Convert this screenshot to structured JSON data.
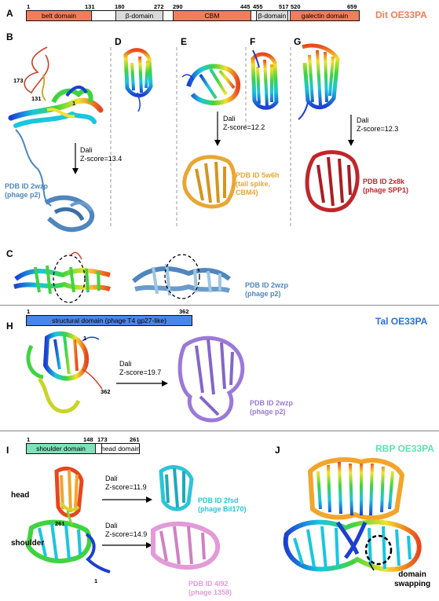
{
  "colors": {
    "belt": "#f07d5c",
    "grey": "#d9d9d9",
    "white": "#ffffff",
    "tal": "#4a86e8",
    "shoulder": "#7de3b8",
    "head": "#ffffff",
    "dit_title": "#f07d5c",
    "tal_title": "#2a6fdb",
    "rbp_title": "#5fe0b0",
    "steelblue": "#4f86bd",
    "gold": "#e8a634",
    "darkred": "#c0262a",
    "purple": "#9b79d8",
    "cyan": "#2ec4d6",
    "pink": "#e39ad8"
  },
  "section_a": {
    "panel": "A",
    "title": "Dit OE33PA",
    "ticks": [
      "1",
      "131",
      "180",
      "272",
      "290",
      "445",
      "455",
      "517",
      "520",
      "659"
    ],
    "domains": [
      "belt domain",
      "β-domain",
      "CBM",
      "β-domain",
      "galectin domain"
    ]
  },
  "panels": {
    "b": "B",
    "c": "C",
    "d": "D",
    "e": "E",
    "f": "F",
    "g": "G",
    "h": "H",
    "i": "I",
    "j": "J"
  },
  "section_b": {
    "res_173": "173",
    "res_131": "131",
    "res_1": "1",
    "dali_line1": "Dali",
    "dali_line2": "Z-score=13.4",
    "pdb_line1": "PDB ID 2wzp",
    "pdb_line2": "(phage p2)"
  },
  "section_e": {
    "dali_line1": "Dali",
    "dali_line2": "Z-score=12.2",
    "pdb_line1": "PDB ID 5w6h",
    "pdb_line2": "(tail spike,",
    "pdb_line3": "CBM4)"
  },
  "section_g": {
    "dali_line1": "Dali",
    "dali_line2": "Z-score=12.3",
    "pdb_line1": "PDB ID 2x8k",
    "pdb_line2": "(phage SPP1)"
  },
  "section_c": {
    "pdb_line1": "PDB ID 2wzp",
    "pdb_line2": "(phage p2)"
  },
  "section_h": {
    "title": "Tal OE33PA",
    "tick_start": "1",
    "tick_end": "362",
    "domain": "structural domain (phage T4 gp27-like)",
    "res_1": "1",
    "res_362": "362",
    "dali_line1": "Dali",
    "dali_line2": "Z-score=19.7",
    "pdb_line1": "PDB ID 2wzp",
    "pdb_line2": "(phage p2)"
  },
  "section_i": {
    "ticks": [
      "1",
      "148",
      "173",
      "261"
    ],
    "domains": [
      "shoulder domain",
      "head domain"
    ],
    "head_label": "head",
    "shoulder_label": "shoulder",
    "res_261": "261",
    "res_1": "1",
    "dali1_line1": "Dali",
    "dali1_line2": "Z-score=11.9",
    "pdb1_line1": "PDB ID 2fsd",
    "pdb1_line2": "(phage Bil170)",
    "dali2_line1": "Dali",
    "dali2_line2": "Z-score=14.9",
    "pdb2_line1": "PDB ID 4l92",
    "pdb2_line2": "(phage 1358)"
  },
  "section_j": {
    "title": "RBP OE33PA",
    "annot_line1": "domain",
    "annot_line2": "swapping"
  }
}
